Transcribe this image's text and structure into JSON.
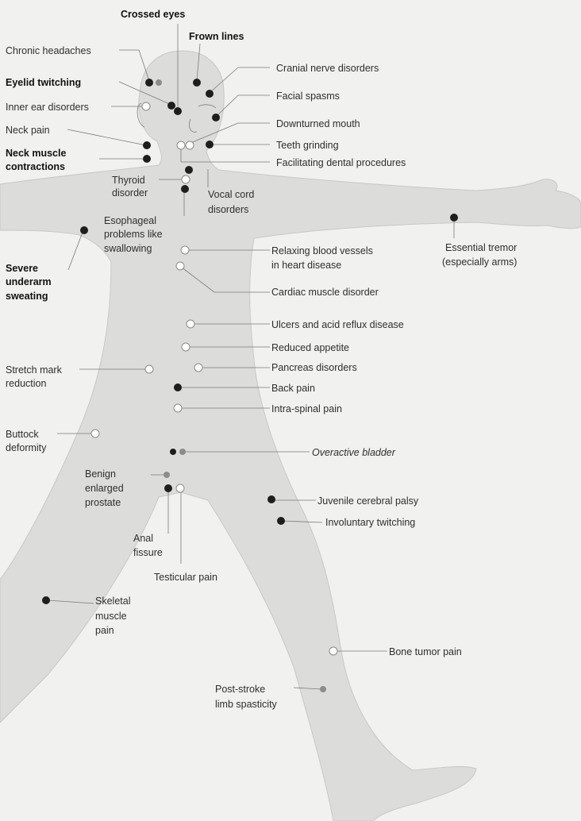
{
  "colors": {
    "background": "#f1f1ef",
    "body": "#dcdcda",
    "dot_dark": "#1e1e1e",
    "dot_light": "#ffffff",
    "dot_gray": "#8c8c8c"
  },
  "labels": {
    "crossed_eyes": "Crossed eyes",
    "frown_lines": "Frown lines",
    "chronic_headaches": "Chronic headaches",
    "cranial_nerve": "Cranial nerve disorders",
    "eyelid_twitching": "Eyelid twitching",
    "facial_spasms": "Facial spasms",
    "inner_ear": "Inner ear disorders",
    "downturned_mouth": "Downturned mouth",
    "neck_pain": "Neck pain",
    "teeth_grinding": "Teeth grinding",
    "neck_muscle": [
      "Neck muscle",
      "contractions"
    ],
    "dental": "Facilitating dental procedures",
    "thyroid": [
      "Thyroid",
      "disorder"
    ],
    "vocal_cord": [
      "Vocal cord",
      "disorders"
    ],
    "esophageal": [
      "Esophageal",
      "problems like",
      "swallowing"
    ],
    "relaxing_vessels": [
      "Relaxing blood vessels",
      "in heart disease"
    ],
    "essential_tremor": [
      "Essential tremor",
      "(especially arms)"
    ],
    "underarm": [
      "Severe",
      "underarm",
      "sweating"
    ],
    "cardiac": "Cardiac muscle disorder",
    "ulcers": "Ulcers and acid reflux disease",
    "appetite": "Reduced appetite",
    "stretch_mark": [
      "Stretch mark",
      "reduction"
    ],
    "pancreas": "Pancreas disorders",
    "back_pain": "Back pain",
    "intra_spinal": "Intra-spinal pain",
    "buttock": [
      "Buttock",
      "deformity"
    ],
    "bladder": "Overactive bladder",
    "prostate": [
      "Benign",
      "enlarged",
      "prostate"
    ],
    "cerebral_palsy": "Juvenile cerebral palsy",
    "twitching": "Involuntary twitching",
    "anal": [
      "Anal",
      "fissure"
    ],
    "testicular": "Testicular pain",
    "skeletal": [
      "Skeletal",
      "muscle",
      "pain"
    ],
    "bone_tumor": "Bone tumor pain",
    "post_stroke": [
      "Post-stroke",
      "limb spasticity"
    ]
  }
}
